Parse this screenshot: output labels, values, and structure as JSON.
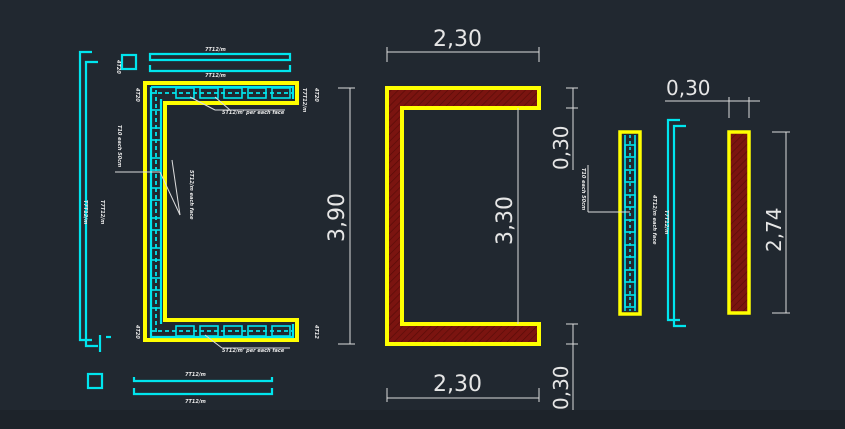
{
  "drawing": {
    "colors": {
      "background": "#212830",
      "concrete_outline": "#ffff00",
      "concrete_fill": "#7b1410",
      "rebar": "#00e5ee",
      "dimension": "#e6e6e6"
    },
    "dimensions": {
      "top_width": "2,30",
      "bottom_width": "2,30",
      "overall_height": "3,90",
      "inner_height": "3,30",
      "top_thickness": "0,30",
      "bottom_thickness": "0,30",
      "wall_thickness": "0,30",
      "wall_height": "2,74"
    },
    "notes": {
      "top_bar": "7T12/m",
      "bottom_bar": "7T12/m",
      "top_inner_bar": "7T12/m",
      "bottom_inner_bar": "7T12/m",
      "main_vertical": "T7T12/m",
      "main_vertical_2": "T7T12/m",
      "section_slab_top": "5T12/m' per each face",
      "section_slab_bottom": "5T12/m' per each face",
      "section_wall": "5T12/m each face",
      "section_wall_2": "T7T12/m",
      "tie_note": "T10 each 50cm",
      "corner_1": "4T20",
      "corner_2": "4T20",
      "corner_3": "4T20",
      "corner_4": "4T20",
      "wall_tie_note": "T10 each 50cm",
      "wall_bar_note": "4T12/m each face",
      "wall_rebar_side": "T7T12/m",
      "wall_bottom": "4T12"
    }
  }
}
